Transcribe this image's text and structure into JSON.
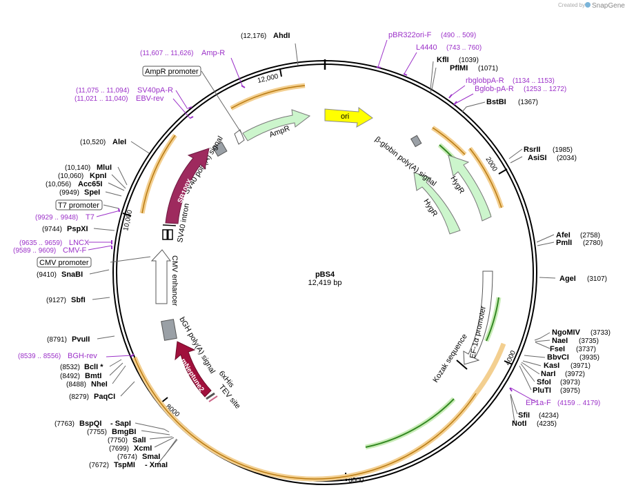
{
  "branding": {
    "created_by": "Created by",
    "product": "SnapGene"
  },
  "plasmid": {
    "name": "pBS4",
    "size": "12,419 bp"
  },
  "ticks": [
    "12,000",
    "2000",
    "4000",
    "6000",
    "8000",
    "10,000"
  ],
  "enzymes": {
    "ahdI": {
      "name": "AhdI",
      "pos": "(12,176)"
    },
    "kflI": {
      "name": "KflI",
      "pos": "(1039)"
    },
    "pflMI": {
      "name": "PflMI",
      "pos": "(1071)"
    },
    "bstBI": {
      "name": "BstBI",
      "pos": "(1367)"
    },
    "rsrII": {
      "name": "RsrII",
      "pos": "(1985)"
    },
    "asiSI": {
      "name": "AsiSI",
      "pos": "(2034)"
    },
    "afeI": {
      "name": "AfeI",
      "pos": "(2758)"
    },
    "pmlI": {
      "name": "PmlI",
      "pos": "(2780)"
    },
    "ageI": {
      "name": "AgeI",
      "pos": "(3107)"
    },
    "ngoMIV": {
      "name": "NgoMIV",
      "pos": "(3733)"
    },
    "naeI": {
      "name": "NaeI",
      "pos": "(3735)"
    },
    "fseI": {
      "name": "FseI",
      "pos": "(3737)"
    },
    "bbvCI": {
      "name": "BbvCI",
      "pos": "(3935)"
    },
    "kasI": {
      "name": "KasI",
      "pos": "(3971)"
    },
    "narI": {
      "name": "NarI",
      "pos": "(3972)"
    },
    "sfoI": {
      "name": "SfoI",
      "pos": "(3973)"
    },
    "pluTI": {
      "name": "PluTI",
      "pos": "(3975)"
    },
    "sfiI": {
      "name": "SfiI",
      "pos": "(4234)"
    },
    "notI": {
      "name": "NotI",
      "pos": "(4235)"
    },
    "aleI": {
      "name": "AleI",
      "pos": "(10,520)"
    },
    "mluI": {
      "name": "MluI",
      "pos": "(10,140)"
    },
    "kpnI": {
      "name": "KpnI",
      "pos": "(10,060)"
    },
    "acc65I": {
      "name": "Acc65I",
      "pos": "(10,056)"
    },
    "speI": {
      "name": "SpeI",
      "pos": "(9949)"
    },
    "pspXI": {
      "name": "PspXI",
      "pos": "(9744)"
    },
    "snaBI": {
      "name": "SnaBI",
      "pos": "(9410)"
    },
    "sbfI": {
      "name": "SbfI",
      "pos": "(9127)"
    },
    "pvuII": {
      "name": "PvuII",
      "pos": "(8791)"
    },
    "bclI": {
      "name": "BclI *",
      "pos": "(8532)"
    },
    "bmtI": {
      "name": "BmtI",
      "pos": "(8492)"
    },
    "nheI": {
      "name": "NheI",
      "pos": "(8488)"
    },
    "paqCI": {
      "name": "PaqCI",
      "pos": "(8279)"
    },
    "bspQI": {
      "name": "BspQI",
      "pos": "(7763)",
      "extra": "- SapI"
    },
    "bmgBI": {
      "name": "BmgBI",
      "pos": "(7755)"
    },
    "salI": {
      "name": "SalI",
      "pos": "(7750)"
    },
    "xcmI": {
      "name": "XcmI",
      "pos": "(7699)"
    },
    "smaI": {
      "name": "SmaI",
      "pos": "(7674)"
    },
    "tspMI": {
      "name": "TspMI",
      "pos": "(7672)",
      "extra": "- XmaI"
    }
  },
  "primers": {
    "pbr322": {
      "name": "pBR322ori-F",
      "pos": "(490 .. 509)"
    },
    "l4440": {
      "name": "L4440",
      "pos": "(743 .. 760)"
    },
    "rbglob": {
      "name": "rbglobpA-R",
      "pos": "(1134 .. 1153)"
    },
    "bglob": {
      "name": "Bglob-pA-R",
      "pos": "(1253 .. 1272)"
    },
    "ef1a": {
      "name": "EF1a-F",
      "pos": "(4159 .. 4179)"
    },
    "bgh": {
      "name": "BGH-rev",
      "pos": "(8539 .. 8556)"
    },
    "cmvf": {
      "name": "CMV-F",
      "pos": "(9589 .. 9609)"
    },
    "lncx": {
      "name": "LNCX",
      "pos": "(9635 .. 9659)"
    },
    "t7": {
      "name": "T7",
      "pos": "(9929 .. 9948)"
    },
    "ebv": {
      "name": "EBV-rev",
      "pos": "(11,021 .. 11,040)"
    },
    "sv40pa": {
      "name": "SV40pA-R",
      "pos": "(11,075 .. 11,094)"
    },
    "ampr": {
      "name": "Amp-R",
      "pos": "(11,607 .. 11,626)"
    }
  },
  "features": {
    "ori": "ori",
    "ampr": "AmpR",
    "ampr_promoter": "AmpR promoter",
    "sv40_polya": "SV40 poly(A) signal",
    "sb100x": "SB100X",
    "sv40_intron": "SV40 intron",
    "t7_promoter": "T7 promoter",
    "cmv_promoter": "CMV promoter",
    "cmv_enhancer": "CMV enhancer",
    "bgh_polya": "bGH poly(A) signal",
    "mneptune2": "mNeptune2",
    "his6": "6xHis",
    "tev": "TEV site",
    "kozak": "Kozak sequence",
    "ef1a_promoter": "EF-1α promoter",
    "hygr1": "HygR",
    "hygr2": "HygR",
    "bglobin_polya": "β-globin poly(A) signal"
  },
  "colors": {
    "primer": "#9b30c8",
    "ori": "#ffff00",
    "ampr": "#ccf5cc",
    "sb100x": "#9e2a5e",
    "mneptune": "#a0103c",
    "orf": "#ee9922",
    "green_orf": "#338822"
  }
}
